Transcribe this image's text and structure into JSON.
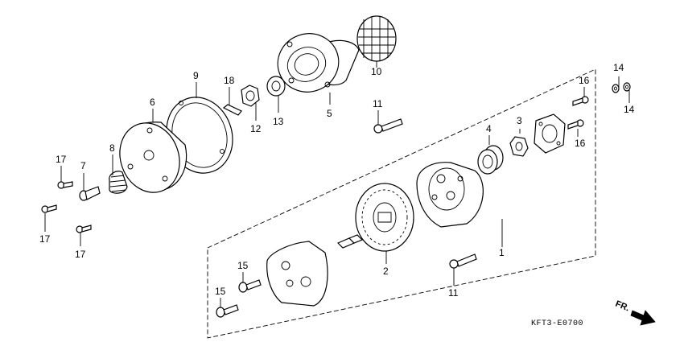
{
  "diagram": {
    "code": "KFT3-E0700",
    "direction": "FR.",
    "callouts": [
      {
        "id": "c1",
        "label": "1"
      },
      {
        "id": "c2",
        "label": "2"
      },
      {
        "id": "c3",
        "label": "3"
      },
      {
        "id": "c4",
        "label": "4"
      },
      {
        "id": "c5",
        "label": "5"
      },
      {
        "id": "c6",
        "label": "6"
      },
      {
        "id": "c7",
        "label": "7"
      },
      {
        "id": "c8",
        "label": "8"
      },
      {
        "id": "c9",
        "label": "9"
      },
      {
        "id": "c10",
        "label": "10"
      },
      {
        "id": "c11a",
        "label": "11"
      },
      {
        "id": "c11b",
        "label": "11"
      },
      {
        "id": "c12",
        "label": "12"
      },
      {
        "id": "c13",
        "label": "13"
      },
      {
        "id": "c14a",
        "label": "14"
      },
      {
        "id": "c14b",
        "label": "14"
      },
      {
        "id": "c15a",
        "label": "15"
      },
      {
        "id": "c15b",
        "label": "15"
      },
      {
        "id": "c16a",
        "label": "16"
      },
      {
        "id": "c16b",
        "label": "16"
      },
      {
        "id": "c17a",
        "label": "17"
      },
      {
        "id": "c17b",
        "label": "17"
      },
      {
        "id": "c17c",
        "label": "17"
      },
      {
        "id": "c18",
        "label": "18"
      }
    ],
    "colors": {
      "ink": "#000000",
      "paper": "#ffffff"
    }
  }
}
